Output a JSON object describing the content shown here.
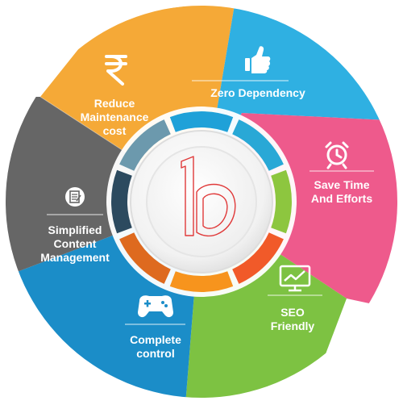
{
  "diagram": {
    "center_logo": "b",
    "segments": [
      {
        "key": "maintenance",
        "icon": "rupee-icon",
        "lines": [
          "Reduce",
          "Maintenance",
          "cost"
        ],
        "color": "#F5A937"
      },
      {
        "key": "dependency",
        "icon": "thumbs-up-icon",
        "lines": [
          "Zero Dependency"
        ],
        "color": "#2FB0E2"
      },
      {
        "key": "time",
        "icon": "alarm-clock-icon",
        "lines": [
          "Save Time",
          "And Efforts"
        ],
        "color": "#EE5A8C"
      },
      {
        "key": "seo",
        "icon": "monitor-chart-icon",
        "lines": [
          "SEO",
          "Friendly"
        ],
        "color": "#7DC242"
      },
      {
        "key": "control",
        "icon": "gamepad-icon",
        "lines": [
          "Complete",
          "control"
        ],
        "color": "#1B8DC8"
      },
      {
        "key": "content",
        "icon": "document-icon",
        "lines": [
          "Simplified",
          "Content",
          "Management"
        ],
        "color": "#666666"
      }
    ],
    "ring_colors": [
      "#1FA1D8",
      "#29A8D6",
      "#8DC63F",
      "#F15A29",
      "#F7941D",
      "#DE6A1F",
      "#2C4A5F",
      "#6C99AD"
    ]
  }
}
